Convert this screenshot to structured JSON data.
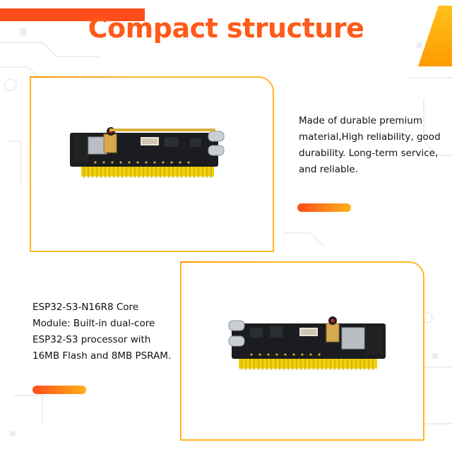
{
  "header": {
    "title": "Compact structure"
  },
  "panel1": {
    "description": "Made of durable premium material,High reliability, good durability. Long-term service, and reliable."
  },
  "panel2": {
    "description": "ESP32-S3-N16R8 Core Module: Built-in dual-core ESP32-S3 processor with 16MB Flash and 8MB PSRAM."
  },
  "colors": {
    "accent_orange": "#ff5a1a",
    "frame_yellow": "#ffb627",
    "pcb_black": "#1a1c1f",
    "header_pins": "#f0d010"
  }
}
